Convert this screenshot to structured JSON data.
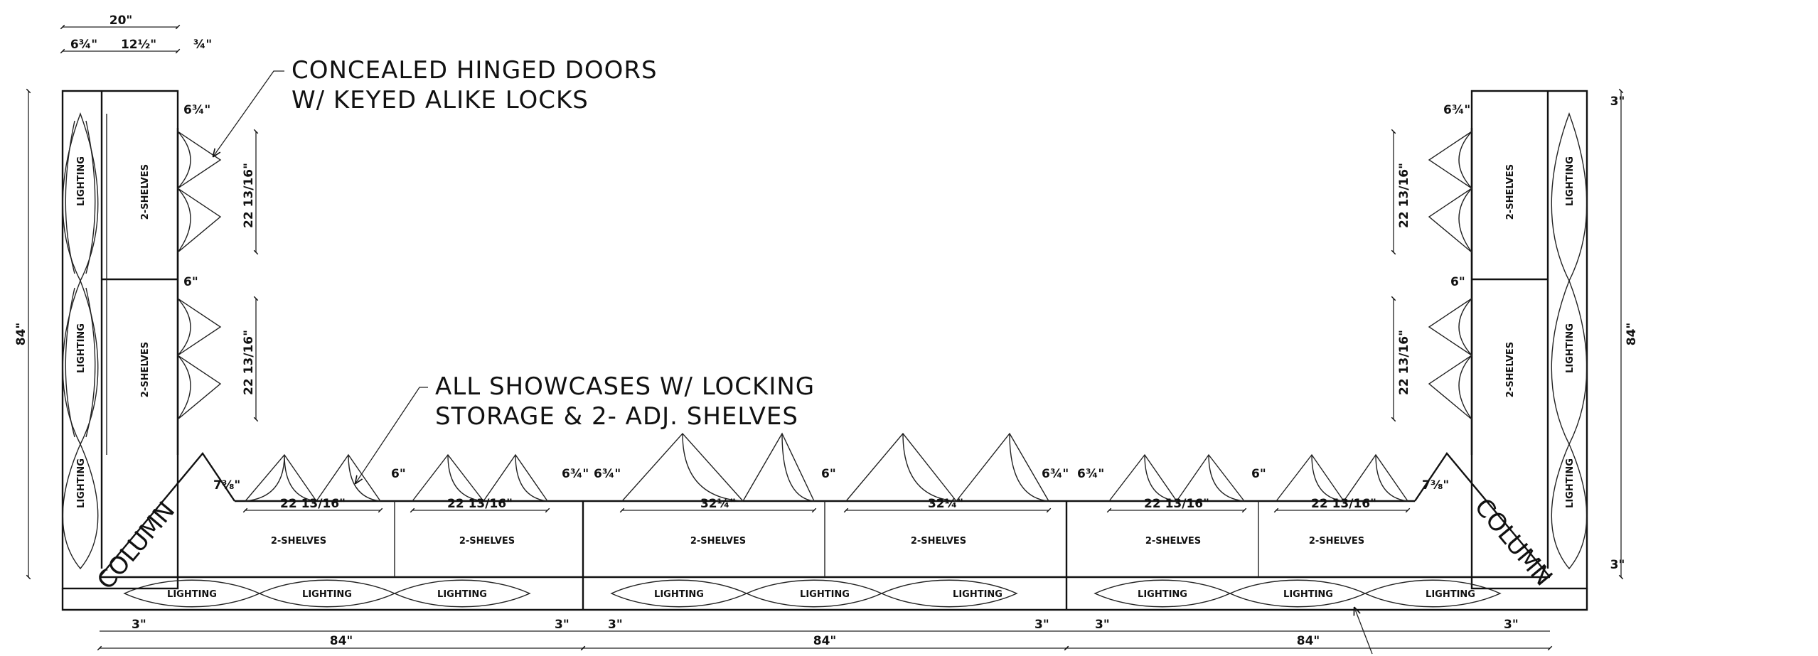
{
  "notes": {
    "doors_line1": "CONCEALED HINGED DOORS",
    "doors_line2": "W/ KEYED ALIKE LOCKS",
    "showcase_line1": "ALL SHOWCASES W/ LOCKING",
    "showcase_line2": "STORAGE & 2- ADJ. SHELVES"
  },
  "labels": {
    "column": "COLUMN",
    "lighting": "LIGHTING",
    "shelves": "2-SHELVES"
  },
  "dims": {
    "overall_width": "20\"",
    "depth_a": "6¾\"",
    "depth_b": "12½\"",
    "depth_c": "¾\"",
    "height_84": "84\"",
    "top_3": "3\"",
    "bottom_3": "3\"",
    "door_22": "22 13/16\"",
    "door_32": "32¼\"",
    "gap_6": "6\"",
    "offset_6_3_4": "6¾\"",
    "offset_7_3_8": "7⅜\"",
    "run_84": "84\"",
    "end_3": "3\""
  }
}
